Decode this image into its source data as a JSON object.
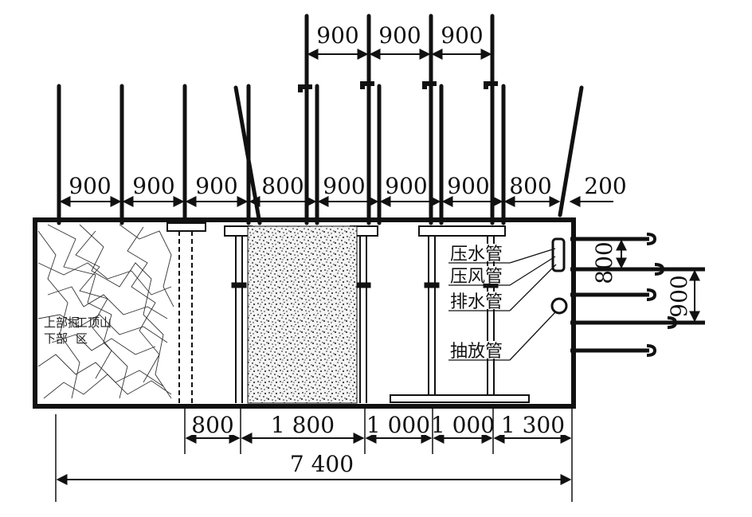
{
  "top_spacings": [
    "900",
    "900",
    "900"
  ],
  "upper_spacings": [
    "900",
    "900",
    "900",
    "800",
    "900",
    "900",
    "900",
    "800",
    "200"
  ],
  "bottom_spacings": [
    "800",
    "1 800",
    "1 000",
    "1 000",
    "1 300"
  ],
  "total_width": "7 400",
  "right_spacings": [
    "800",
    "900"
  ],
  "pipes": [
    "压水管",
    "压风管",
    "排水管",
    "抽放管"
  ],
  "overlay_text": [
    "上部掘",
    "工顶山",
    "下部",
    "区"
  ]
}
